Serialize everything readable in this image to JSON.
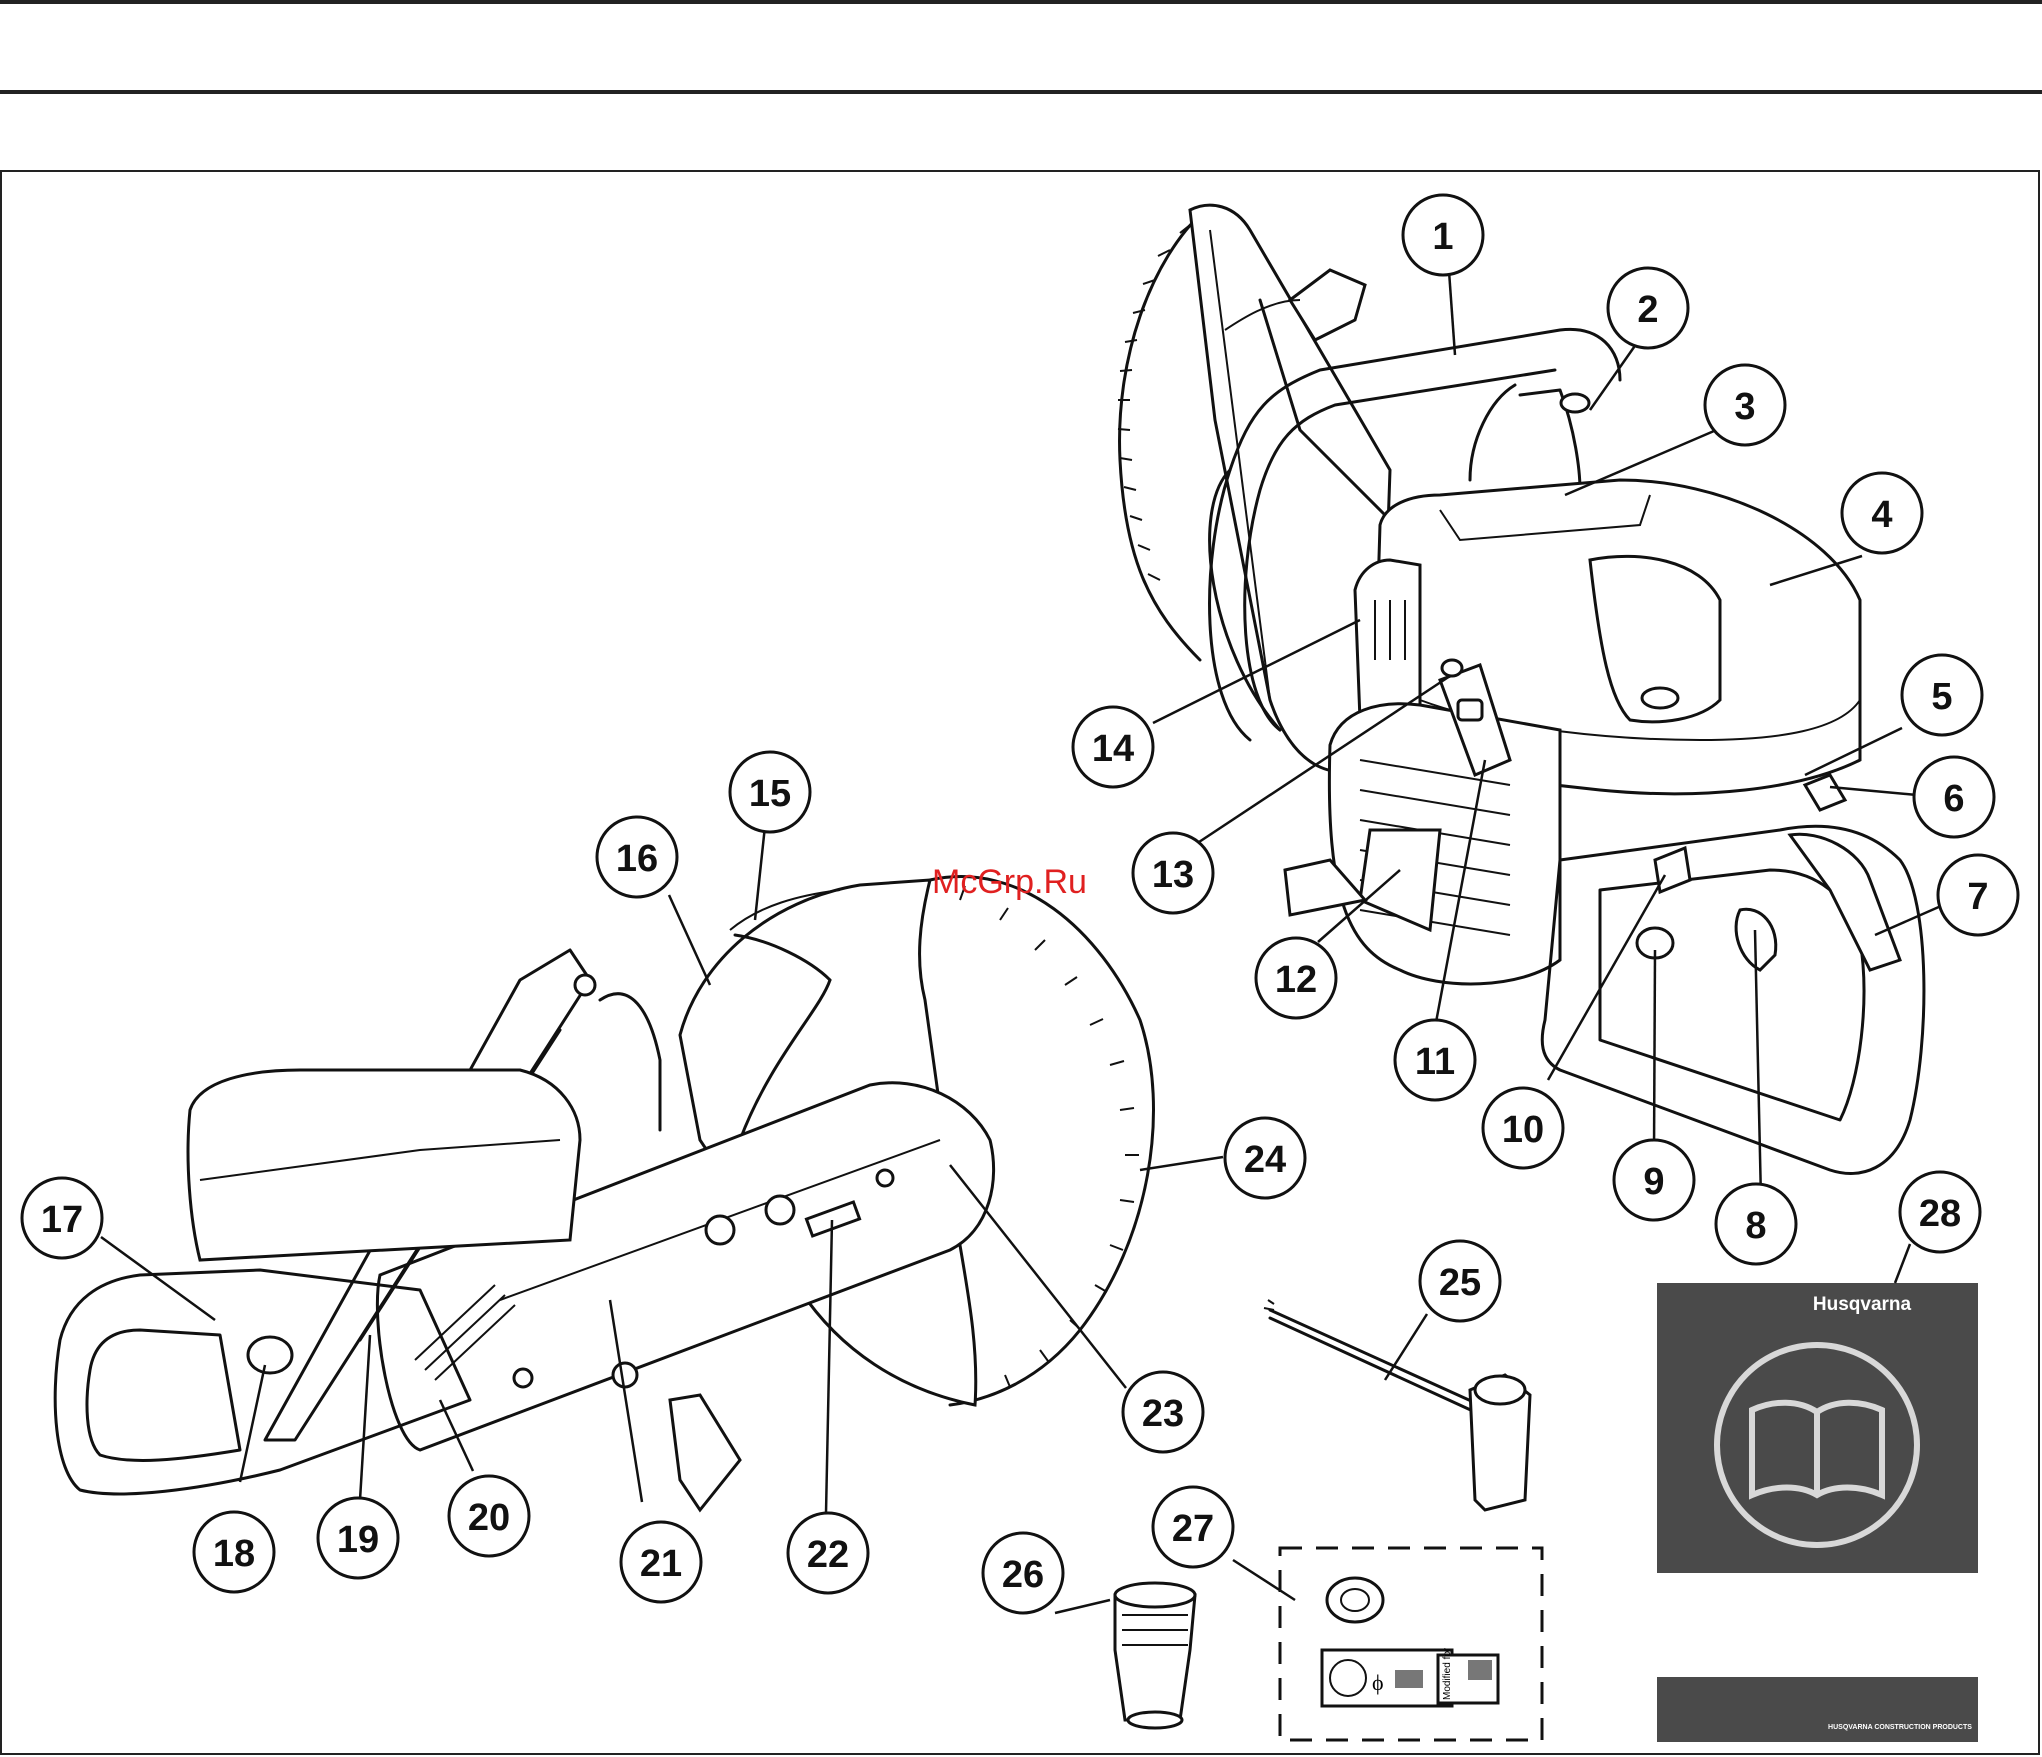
{
  "watermark": "McGrp.Ru",
  "callouts": [
    "1",
    "2",
    "3",
    "4",
    "5",
    "6",
    "7",
    "8",
    "9",
    "10",
    "11",
    "12",
    "13",
    "14",
    "15",
    "16",
    "17",
    "18",
    "19",
    "20",
    "21",
    "22",
    "23",
    "24",
    "25",
    "26",
    "27",
    "28"
  ],
  "manual": {
    "brand": "Husqvarna",
    "footer": "HUSQVARNA CONSTRUCTION PRODUCTS"
  },
  "label_27": {
    "text_a": "Modified for",
    "phi": "ϕ"
  },
  "colors": {
    "line": "#111111",
    "manual_bg": "#4a4a4a",
    "watermark": "#e02020"
  }
}
